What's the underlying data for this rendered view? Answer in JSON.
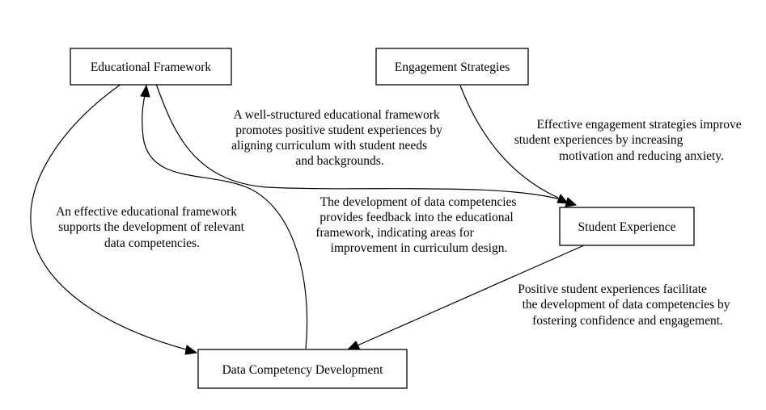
{
  "nodes": {
    "educational_framework": "Educational Framework",
    "engagement_strategies": "Engagement Strategies",
    "student_experience": "Student Experience",
    "data_competency_development": "Data Competency Development"
  },
  "edges": {
    "framework_to_experience": [
      "A well-structured educational framework",
      "promotes positive student experiences by",
      "aligning curriculum with student needs",
      "and backgrounds."
    ],
    "strategies_to_experience": [
      "Effective engagement strategies improve",
      "student experiences by increasing",
      "motivation and reducing anxiety."
    ],
    "framework_to_competency": [
      "An effective educational framework",
      "supports the development of relevant",
      "data competencies."
    ],
    "competency_to_framework": [
      "The development of data competencies",
      "provides feedback into the educational",
      "framework, indicating areas for",
      "improvement in curriculum design."
    ],
    "experience_to_competency": [
      "Positive student experiences facilitate",
      "the development of data competencies by",
      "fostering confidence and engagement."
    ]
  }
}
